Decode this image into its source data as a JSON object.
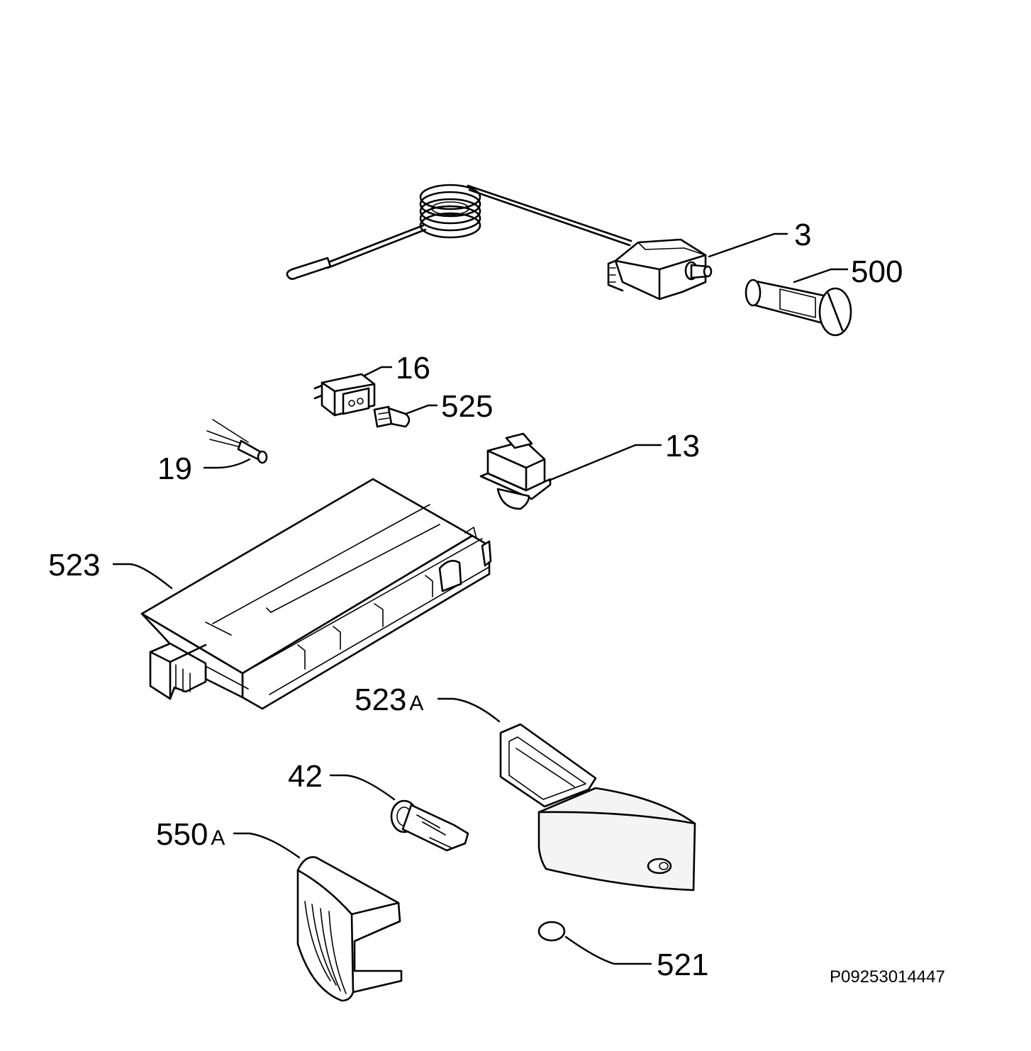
{
  "figure_reference": "P09253014447",
  "parts": [
    {
      "id": "part-3",
      "number": "3",
      "suffix": ""
    },
    {
      "id": "part-500",
      "number": "500",
      "suffix": ""
    },
    {
      "id": "part-16",
      "number": "16",
      "suffix": ""
    },
    {
      "id": "part-525",
      "number": "525",
      "suffix": ""
    },
    {
      "id": "part-19",
      "number": "19",
      "suffix": ""
    },
    {
      "id": "part-13",
      "number": "13",
      "suffix": ""
    },
    {
      "id": "part-523",
      "number": "523",
      "suffix": ""
    },
    {
      "id": "part-523A",
      "number": "523",
      "suffix": "A"
    },
    {
      "id": "part-42",
      "number": "42",
      "suffix": ""
    },
    {
      "id": "part-550A",
      "number": "550",
      "suffix": "A"
    },
    {
      "id": "part-521",
      "number": "521",
      "suffix": ""
    }
  ]
}
